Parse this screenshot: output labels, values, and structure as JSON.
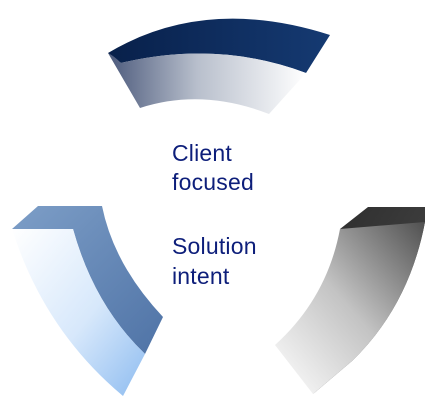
{
  "center_text": {
    "line_1": "Client",
    "line_2": "focused",
    "line_3": "Solution",
    "line_4": "intent"
  },
  "segments": [
    {
      "name": "top",
      "front_color_start": "#4c5a7c",
      "front_color_end": "#ffffff",
      "side_color": "#102a56"
    },
    {
      "name": "bottom-left",
      "front_color_start": "#ffffff",
      "front_color_end": "#9cc4f2",
      "side_color": "#6587b7"
    },
    {
      "name": "bottom-right",
      "front_color_start": "#ffffff",
      "front_color_end": "#5c5c5c",
      "side_color": "#3d3d3d"
    }
  ]
}
